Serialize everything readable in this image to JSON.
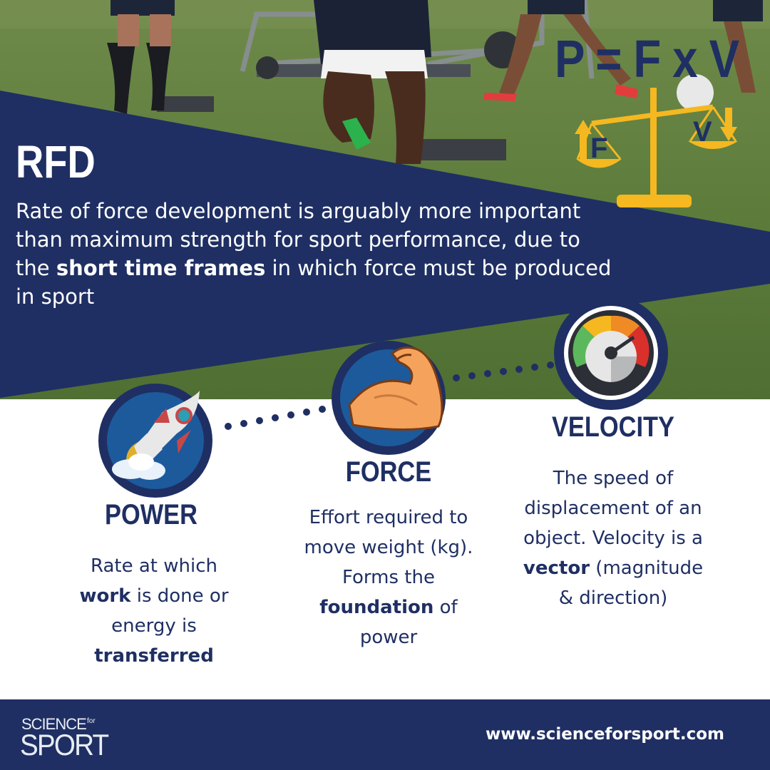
{
  "header": {
    "formula": "P = F x V",
    "scale_left_label": "F",
    "scale_right_label": "V"
  },
  "intro": {
    "title": "RFD",
    "text_before": "Rate of force development is arguably more important than maximum strength for sport performance, due to the ",
    "text_bold": "short time frames",
    "text_after": " in which force must be produced in sport"
  },
  "cards": [
    {
      "title": "POWER",
      "icon": "rocket-icon",
      "segments": [
        {
          "text": "Rate at  which ",
          "bold": false
        },
        {
          "text": "work",
          "bold": true
        },
        {
          "text": " is done or energy is ",
          "bold": false
        },
        {
          "text": "transferred",
          "bold": true
        }
      ]
    },
    {
      "title": "FORCE",
      "icon": "flexed-arm-icon",
      "segments": [
        {
          "text": "Effort required to move weight (kg). Forms the ",
          "bold": false
        },
        {
          "text": "foundation",
          "bold": true
        },
        {
          "text": " of power",
          "bold": false
        }
      ]
    },
    {
      "title": "VELOCITY",
      "icon": "speedometer-icon",
      "segments": [
        {
          "text": "The speed of displacement of an object. Velocity is a ",
          "bold": false
        },
        {
          "text": "vector",
          "bold": true
        },
        {
          "text": " (magnitude & direction)",
          "bold": false
        }
      ]
    }
  ],
  "footer": {
    "logo_top": "SCIENCE",
    "logo_for": "for",
    "logo_bottom": "SPORT",
    "url": "www.scienceforsport.com"
  },
  "colors": {
    "navy": "#1f2f63",
    "gold": "#f5b820",
    "white": "#ffffff"
  }
}
